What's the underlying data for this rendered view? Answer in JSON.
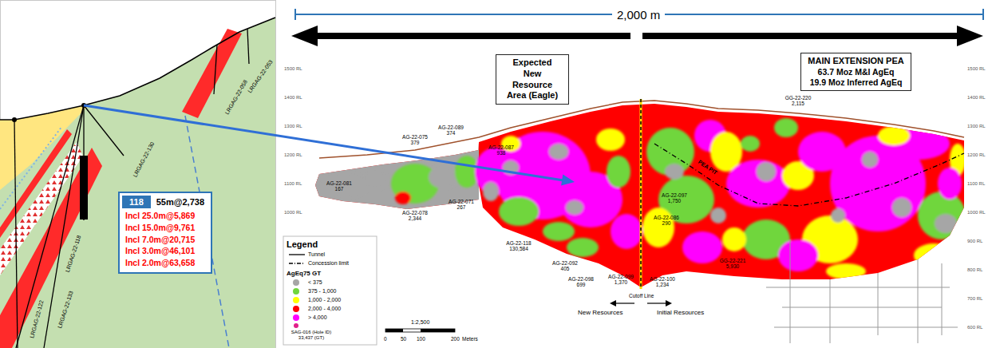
{
  "diagram": {
    "nodes": [
      {
        "text": [
          "118",
          "55m@2,738",
          "Incl 25.0m@5,869",
          "Incl 15.0m@9,761",
          "Incl 7.0m@20,715",
          "Incl 3.0m@46,101",
          "Incl 2.0m@63,658"
        ]
      },
      {
        "text": [
          "Expected New Resource Area (Eagle)"
        ]
      },
      {
        "text": [
          "MAIN EXTENSION PEA",
          "63.7 Moz M&I AgEq",
          "19.9 Moz Inferred AgEq"
        ]
      }
    ],
    "labels": [
      "LRGAG-22-053",
      "LRGAG-22-058",
      "LRGAG-22-130",
      "LRGAG-22-118",
      "LRGAG-22-133",
      "LRGAG-22-122",
      "2,000 m",
      "Cutoff Line",
      "New Resources",
      "Initial Resources",
      "PEA PIT",
      "Legend",
      "AgEq75 GT",
      "1:2,500",
      "0",
      "50",
      "100",
      "200",
      "Meters",
      "AG-22-081 167",
      "AG-22-075 379",
      "AG-22-078 2,344",
      "AG-22-071 267",
      "AG-22-089 374",
      "AG-22-087 938",
      "AG-22-118 130,584",
      "AG-22-092 405",
      "AG-22-098 699",
      "AG-22-099 1,370",
      "AG-22-100 1,234",
      "AG-22-097 1,750",
      "AG-22-086 290",
      "GG-22-220 2,115",
      "GG-22-221 5,930",
      "1500 RL",
      "1400 RL",
      "1300 RL",
      "1200 RL",
      "1100 RL",
      "1000 RL",
      "1500 RL",
      "1400 RL",
      "1300 RL",
      "1200 RL",
      "1100 RL",
      "1000 RL",
      "900 RL",
      "800 RL",
      "700 RL",
      "600 RL"
    ],
    "legend": [
      {
        "text": "Tunnel"
      },
      {
        "text": "Concession limit"
      },
      {
        "text": "< 375",
        "color": "#a6a6a6"
      },
      {
        "text": "375 - 1,000",
        "color": "#70d63c"
      },
      {
        "text": "1,000 - 2,000",
        "color": "#ffff00"
      },
      {
        "text": "2,000 - 4,000",
        "color": "#ff0000"
      },
      {
        "text": "> 4,000",
        "color": "#ff00ff"
      },
      {
        "text": "SAG-016 (Hole ID) 33,437 (GT)"
      }
    ]
  }
}
